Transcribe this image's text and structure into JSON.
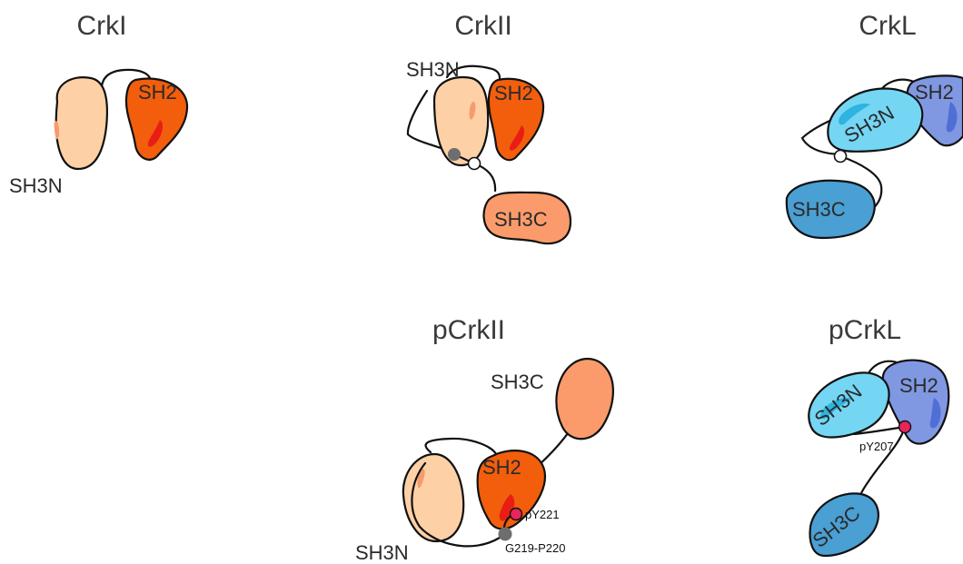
{
  "titles": {
    "crki": "CrkI",
    "crkii": "CrkII",
    "crkl": "CrkL",
    "pcrkii": "pCrkII",
    "pcrkl": "pCrkL"
  },
  "domains": {
    "sh2": "SH2",
    "sh3n": "SH3N",
    "sh3c": "SH3C"
  },
  "annotations": {
    "py221": "pY221",
    "g219_p220": "G219-P220",
    "py207": "pY207"
  },
  "colors": {
    "sh3n_crk": "#fdd0a5",
    "sh2_crk": "#f25e0c",
    "sh3c_crk": "#fb9b6b",
    "sh3n_crkl": "#74d6f3",
    "sh2_crkl": "#8098e2",
    "sh3c_crkl": "#4a9fd3",
    "phospho_site": "#e8255a",
    "linker_site": "#6e6e6e"
  }
}
